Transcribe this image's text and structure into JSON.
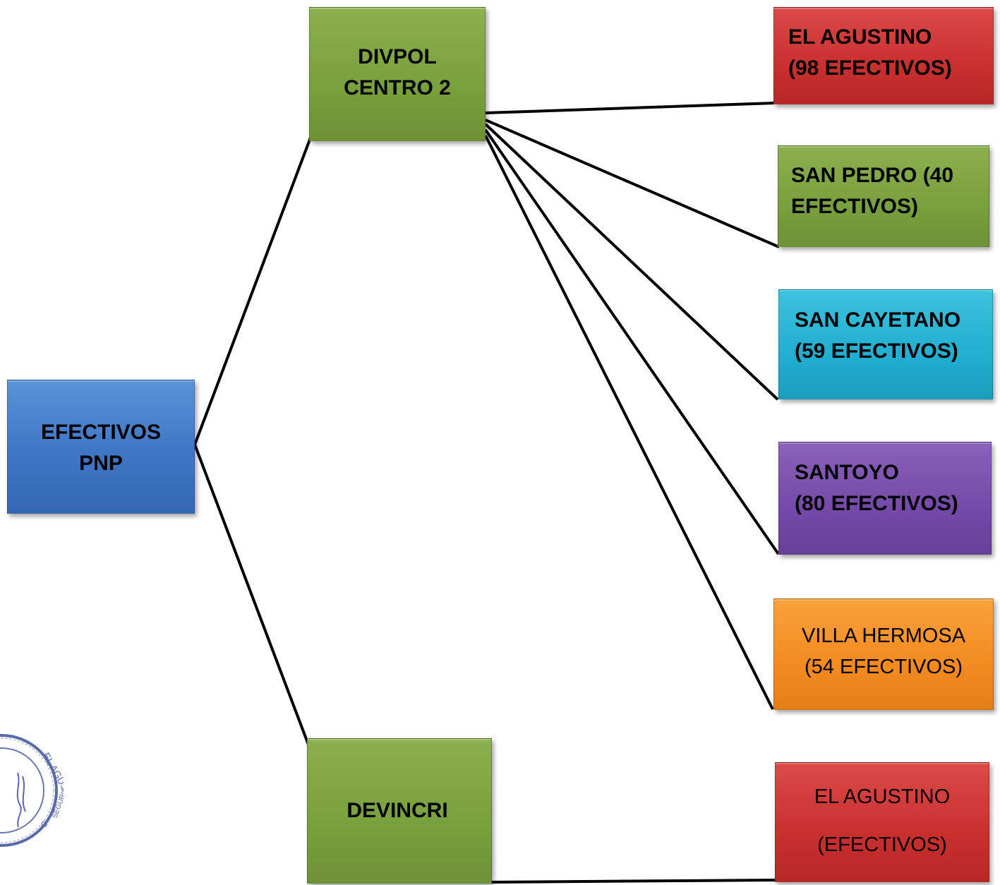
{
  "diagram": {
    "root": {
      "lines": [
        "EFECTIVOS",
        "PNP"
      ]
    },
    "branches": [
      {
        "label_lines": [
          "DIVPOL",
          "CENTRO 2"
        ],
        "children": [
          {
            "lines": [
              "EL AGUSTINO",
              "(98 EFECTIVOS)"
            ],
            "color": "#c8302e"
          },
          {
            "lines": [
              "SAN PEDRO (40",
              "EFECTIVOS)"
            ],
            "color": "#78a03c"
          },
          {
            "lines": [
              "SAN CAYETANO",
              "(59 EFECTIVOS)"
            ],
            "color": "#21aed0"
          },
          {
            "lines": [
              "SANTOYO",
              "(80 EFECTIVOS)"
            ],
            "color": "#7549a8"
          },
          {
            "lines": [
              "VILLA HERMOSA",
              "(54 EFECTIVOS)"
            ],
            "color": "#f28b1f"
          }
        ]
      },
      {
        "label_lines": [
          "DEVINCRI"
        ],
        "children": [
          {
            "lines": [
              "EL AGUSTINO",
              "(EFECTIVOS)"
            ],
            "color": "#c8302e"
          }
        ]
      }
    ],
    "colors": {
      "root": "#3f76c4",
      "branch": "#78a03c",
      "connector": "#000000"
    },
    "seal": {
      "text": "EL AGUSTINO · SEGURIDAD CIUDADANA"
    }
  }
}
